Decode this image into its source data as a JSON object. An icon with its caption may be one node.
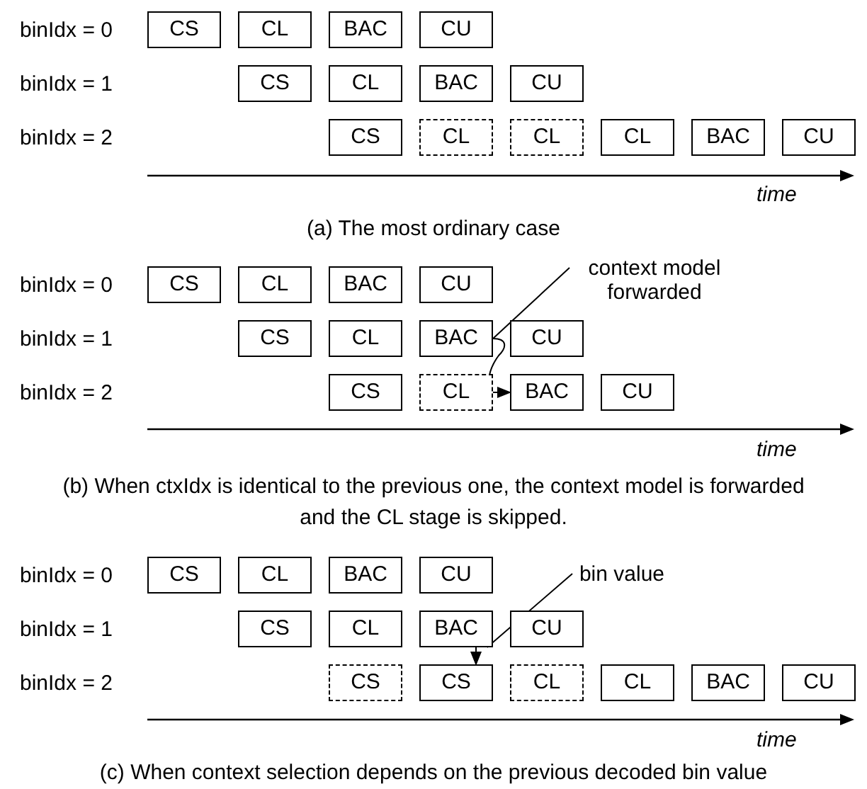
{
  "diagram": {
    "nodes": [
      {
        "text": [
          "CS"
        ]
      },
      {
        "text": [
          "CL"
        ]
      },
      {
        "text": [
          "BAC"
        ]
      },
      {
        "text": [
          "CU"
        ]
      },
      {
        "text": [
          "CS"
        ]
      },
      {
        "text": [
          "CL"
        ]
      },
      {
        "text": [
          "BAC"
        ]
      },
      {
        "text": [
          "CU"
        ]
      },
      {
        "text": [
          "CS"
        ]
      },
      {
        "text": [
          "CL"
        ]
      },
      {
        "text": [
          "CL"
        ]
      },
      {
        "text": [
          "CL"
        ]
      },
      {
        "text": [
          "BAC"
        ]
      },
      {
        "text": [
          "CU"
        ]
      },
      {
        "text": [
          "CS"
        ]
      },
      {
        "text": [
          "CL"
        ]
      },
      {
        "text": [
          "BAC"
        ]
      },
      {
        "text": [
          "CU"
        ]
      },
      {
        "text": [
          "CS"
        ]
      },
      {
        "text": [
          "CL"
        ]
      },
      {
        "text": [
          "BAC"
        ]
      },
      {
        "text": [
          "CU"
        ]
      },
      {
        "text": [
          "CS"
        ]
      },
      {
        "text": [
          "CL"
        ]
      },
      {
        "text": [
          "BAC"
        ]
      },
      {
        "text": [
          "CU"
        ]
      },
      {
        "text": [
          "context model forwarded"
        ]
      },
      {
        "text": [
          "CS"
        ]
      },
      {
        "text": [
          "CL"
        ]
      },
      {
        "text": [
          "BAC"
        ]
      },
      {
        "text": [
          "CU"
        ]
      },
      {
        "text": [
          "CS"
        ]
      },
      {
        "text": [
          "CL"
        ]
      },
      {
        "text": [
          "BAC"
        ]
      },
      {
        "text": [
          "CU"
        ]
      },
      {
        "text": [
          "CS"
        ]
      },
      {
        "text": [
          "CS"
        ]
      },
      {
        "text": [
          "CL"
        ]
      },
      {
        "text": [
          "CL"
        ]
      },
      {
        "text": [
          "BAC"
        ]
      },
      {
        "text": [
          "CU"
        ]
      },
      {
        "text": [
          "bin value"
        ]
      }
    ],
    "edges": [
      {
        "from": 20,
        "to": 24,
        "arrow": "to"
      },
      {
        "from": 26,
        "to": 20,
        "arrow": "none"
      },
      {
        "from": 33,
        "to": 36,
        "arrow": "to"
      },
      {
        "from": 41,
        "to": 33,
        "arrow": "none"
      }
    ],
    "labels": [
      "binIdx = 0",
      "binIdx = 1",
      "binIdx = 2",
      "time",
      "(a) The most ordinary case",
      "binIdx = 0",
      "binIdx = 1",
      "binIdx = 2",
      "time",
      "(b) When ctxIdx is identical to the previous one, the context model is forwarded and the CL stage is skipped.",
      "binIdx = 0",
      "binIdx = 1",
      "binIdx = 2",
      "time",
      "(c) When context selection depends on the previous decoded bin value"
    ]
  }
}
